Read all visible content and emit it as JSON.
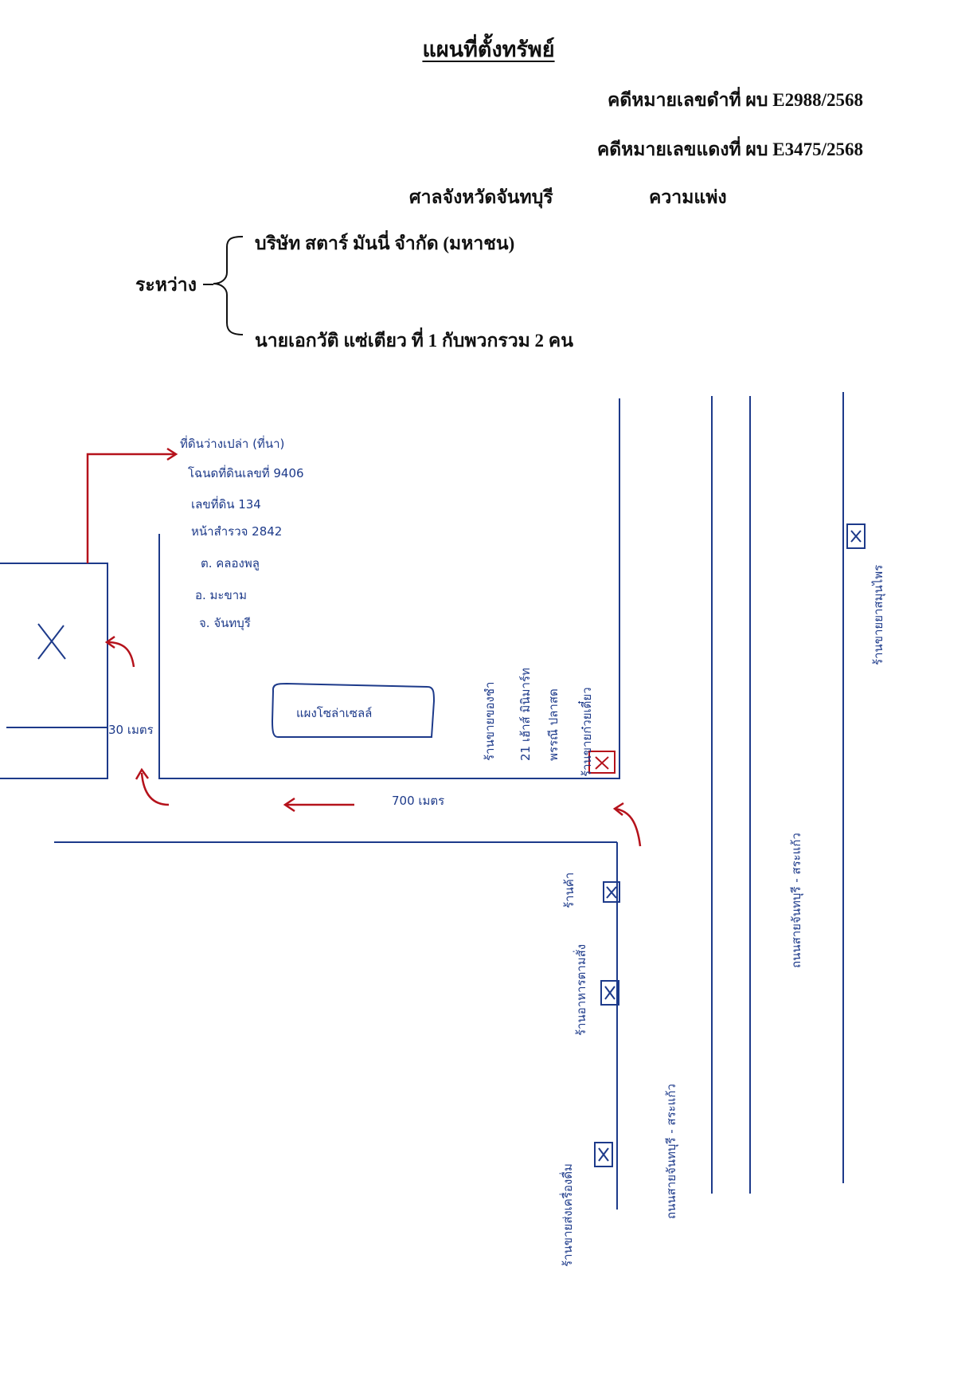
{
  "header": {
    "title": "แผนที่ตั้งทรัพย์",
    "black_case_number": "คดีหมายเลขดำที่ ผบ E2988/2568",
    "red_case_number": "คดีหมายเลขแดงที่ ผบ E3475/2568",
    "court": "ศาลจังหวัดจันทบุรี",
    "case_type": "ความแพ่ง",
    "between_label": "ระหว่าง",
    "plaintiff": "บริษัท สตาร์ มันนี่ จำกัด (มหาชน)",
    "defendant": "นายเอกวัติ แซ่เตียว ที่ 1 กับพวกรวม 2 คน"
  },
  "map": {
    "property_info": [
      "ที่ดินว่างเปล่า (ที่นา)",
      "โฉนดที่ดินเลขที่ 9406",
      "เลขที่ดิน 134",
      "หน้าสำรวจ 2842",
      "ต. คลองพลู",
      "อ. มะขาม",
      "จ. จันทบุรี"
    ],
    "solar_farm_label": "แผงโซล่าเซลล์",
    "distance_side_label": "30 เมตร",
    "distance_road_label": "700 เมตร",
    "corner_shop_label": [
      "ร้านขายของชำ",
      "21 เฮ้าส์ มินิมาร์ท",
      "พรรณี ปลาสด"
    ],
    "corner_shop_label_2": "ร้านขายก๋วยเตี๋ยว",
    "left_shop_labels": [
      "ร้านค้า",
      "ร้านอาหารตามสั่ง",
      "ร้านขายส่งเครื่องดื่ม"
    ],
    "highway_label": "ถนนสายจันทบุรี - สระแก้ว",
    "highway_label_2": "ถนนสายจันทบุรี - สระแก้ว",
    "right_label": "ร้านขายยาสมุนไพร"
  },
  "colors": {
    "ink": "#1d3a8a",
    "red_arrow": "#b5121b",
    "print": "#111111"
  }
}
